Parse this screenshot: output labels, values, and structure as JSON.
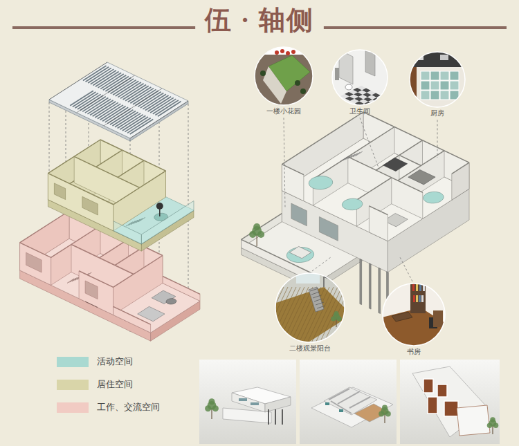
{
  "diagram": {
    "title": "伍 · 轴侧",
    "nodes": [
      {
        "text": [
          "一楼小花园"
        ]
      },
      {
        "text": [
          "卫生间"
        ]
      },
      {
        "text": [
          "厨房"
        ]
      },
      {
        "text": [
          "二楼观景阳台"
        ]
      },
      {
        "text": [
          "书房"
        ]
      }
    ],
    "legend": [
      {
        "text": "活动空间",
        "color": "#a9d9d1"
      },
      {
        "text": "居住空间",
        "color": "#d9d5a9"
      },
      {
        "text": "工作、交流空间",
        "color": "#f1cbc3"
      }
    ]
  }
}
